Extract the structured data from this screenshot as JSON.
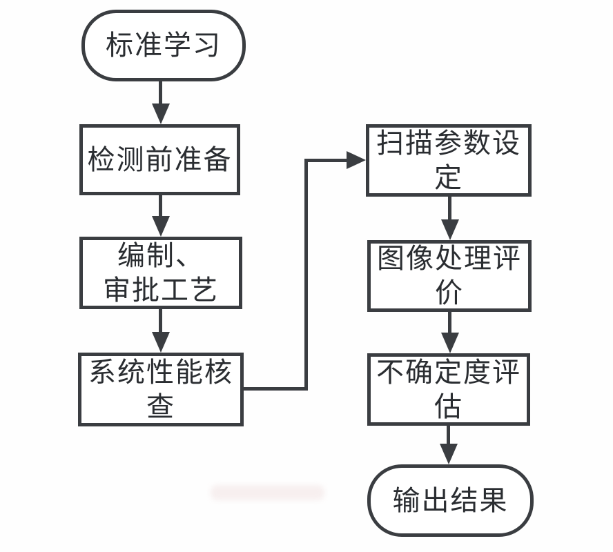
{
  "nodes": {
    "standard_learning": "标准学习",
    "pre_inspection_preparation": "检测前准备",
    "compile_approve_process_line1": "编制、",
    "compile_approve_process_line2": "审批工艺",
    "system_performance_check": "系统性能核查",
    "scan_parameter_setting": "扫描参数设定",
    "image_processing_evaluation": "图像处理评价",
    "uncertainty_evaluation": "不确定度评估",
    "output_result": "输出结果"
  },
  "edges": [
    {
      "from": "standard_learning",
      "to": "pre_inspection_preparation",
      "type": "arrow-down"
    },
    {
      "from": "pre_inspection_preparation",
      "to": "compile_approve_process",
      "type": "arrow-down"
    },
    {
      "from": "compile_approve_process",
      "to": "system_performance_check",
      "type": "arrow-down"
    },
    {
      "from": "system_performance_check",
      "to": "scan_parameter_setting",
      "type": "elbow-right-up-right"
    },
    {
      "from": "scan_parameter_setting",
      "to": "image_processing_evaluation",
      "type": "arrow-down"
    },
    {
      "from": "image_processing_evaluation",
      "to": "uncertainty_evaluation",
      "type": "arrow-down"
    },
    {
      "from": "uncertainty_evaluation",
      "to": "output_result",
      "type": "arrow-down"
    }
  ],
  "colors": {
    "stroke": "#3a3d41",
    "text": "#2a2d31",
    "background": "#fefefe"
  }
}
